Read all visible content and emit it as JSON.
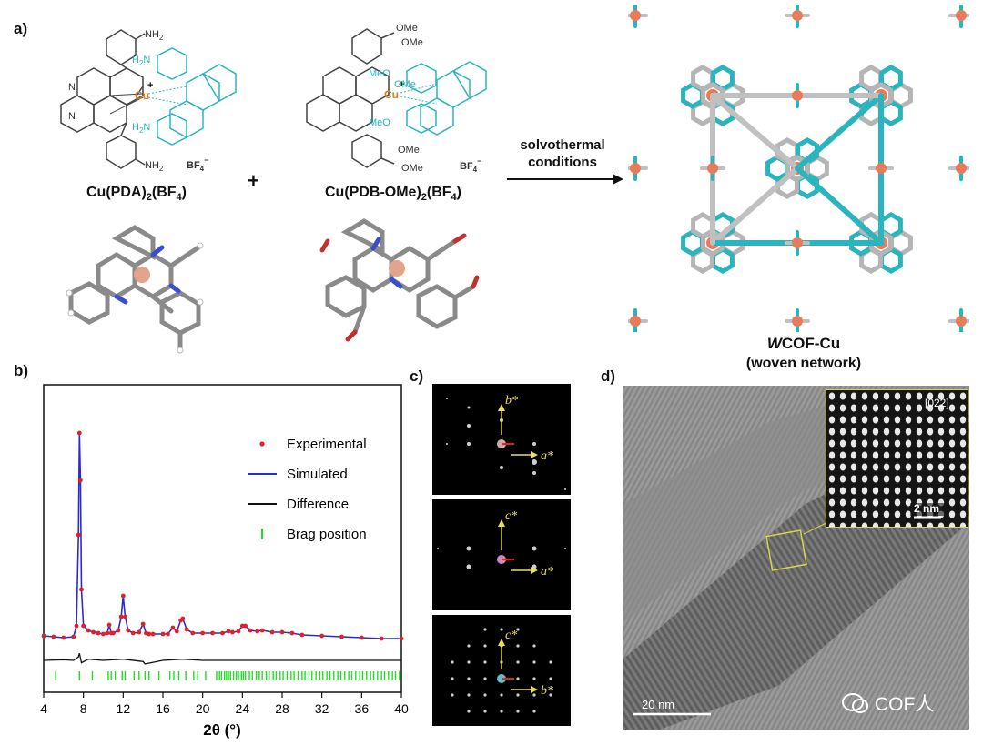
{
  "panels": {
    "a": "a)",
    "b": "b)",
    "c": "c)",
    "d": "d)"
  },
  "panel_a": {
    "mol1_name": "Cu(PDA)",
    "mol1_sub1": "2",
    "mol1_rest": "(BF",
    "mol1_sub2": "4",
    "mol1_close": ")",
    "mol2_name": "Cu(PDB-OMe)",
    "mol2_sub1": "2",
    "mol2_rest": "(BF",
    "mol2_sub2": "4",
    "mol2_close": ")",
    "plus": "+",
    "cu": "Cu",
    "charge": "+",
    "nh2": "NH",
    "nh2_sub": "2",
    "h2n": "H",
    "h2n_sub": "2",
    "h2n_n": "N",
    "n": "N",
    "ome": "OMe",
    "meo": "MeO",
    "bf4": "BF",
    "bf4_sub": "4",
    "bf4_sup": "−",
    "arrow_line1": "solvothermal",
    "arrow_line2": "conditions",
    "product_italic": "W",
    "product_rest": "COF-Cu",
    "product_sub": "(woven network)"
  },
  "panel_c": {
    "p1": {
      "axis1": "b*",
      "axis2": "a*"
    },
    "p2": {
      "axis1": "c*",
      "axis2": "a*"
    },
    "p3": {
      "axis1": "c*",
      "axis2": "b*"
    }
  },
  "panel_d": {
    "inset_label": "[022]",
    "inset_scale": "2 nm",
    "scale": "20 nm",
    "watermark": "COF人"
  },
  "colors": {
    "experimental": "#e0202a",
    "simulated": "#2c2cc8",
    "difference": "#111111",
    "bragg": "#22dd22",
    "teal": "#2ab5be",
    "cu": "#e87c5a"
  },
  "chart_data": {
    "type": "line",
    "title": "",
    "xlabel": "2θ (°)",
    "ylabel": "",
    "xlim": [
      4,
      40
    ],
    "xticks": [
      "4",
      "8",
      "12",
      "16",
      "20",
      "24",
      "28",
      "32",
      "36",
      "40"
    ],
    "legend": [
      "Experimental",
      "Simulated",
      "Difference",
      "Brag position"
    ],
    "series": [
      {
        "name": "Experimental",
        "x": [
          4,
          5,
          6,
          7,
          7.3,
          7.5,
          7.6,
          7.7,
          7.8,
          8.0,
          8.5,
          9,
          9.5,
          10,
          10.4,
          10.6,
          10.8,
          11,
          11.5,
          11.8,
          12.0,
          12.2,
          12.5,
          13,
          13.6,
          14.0,
          14.3,
          14.6,
          15,
          16,
          16.5,
          17.0,
          17.4,
          17.8,
          18.0,
          18.4,
          19,
          20,
          21,
          22,
          22.6,
          23,
          23.6,
          24.0,
          24.3,
          24.8,
          25.5,
          26,
          27,
          28,
          29,
          30,
          32,
          34,
          36,
          38,
          40
        ],
        "y": [
          9,
          8,
          7,
          8,
          20,
          120,
          232,
          180,
          60,
          20,
          15,
          13,
          12,
          11,
          12,
          21,
          12,
          12,
          15,
          30,
          53,
          30,
          15,
          12,
          13,
          22,
          12,
          11,
          11,
          11,
          11,
          18,
          14,
          26,
          28,
          16,
          12,
          12,
          12,
          12,
          14,
          13,
          14,
          20,
          20,
          15,
          14,
          15,
          13,
          13,
          12,
          10,
          9,
          8,
          7,
          6,
          6
        ]
      },
      {
        "name": "Simulated",
        "x": [
          4,
          5,
          6,
          7,
          7.3,
          7.5,
          7.6,
          7.7,
          7.8,
          8.0,
          8.5,
          9,
          9.5,
          10,
          10.4,
          10.6,
          10.8,
          11,
          11.5,
          11.8,
          12.0,
          12.2,
          12.5,
          13,
          13.6,
          14.0,
          14.3,
          14.6,
          15,
          16,
          16.5,
          17.0,
          17.4,
          17.8,
          18.0,
          18.4,
          19,
          20,
          21,
          22,
          22.6,
          23,
          23.6,
          24.0,
          24.3,
          24.8,
          25.5,
          26,
          27,
          28,
          29,
          30,
          32,
          34,
          36,
          38,
          40
        ],
        "y": [
          9,
          8,
          7,
          8,
          20,
          120,
          232,
          180,
          60,
          20,
          15,
          13,
          12,
          11,
          12,
          21,
          12,
          12,
          15,
          30,
          53,
          30,
          15,
          12,
          13,
          22,
          12,
          11,
          11,
          11,
          11,
          18,
          14,
          26,
          28,
          16,
          12,
          12,
          12,
          12,
          14,
          13,
          14,
          20,
          20,
          15,
          14,
          15,
          13,
          13,
          12,
          10,
          9,
          8,
          7,
          6,
          6
        ]
      },
      {
        "name": "Difference",
        "x": [
          4,
          6,
          7,
          7.5,
          7.6,
          7.8,
          8.5,
          10,
          12,
          14,
          14.2,
          16,
          18,
          20,
          24,
          28,
          32,
          36,
          40
        ],
        "y": [
          0,
          0.5,
          0,
          3,
          6,
          -2,
          1,
          0,
          1,
          -1,
          -3,
          0,
          1,
          0,
          0,
          0,
          0,
          0,
          0
        ]
      }
    ],
    "bragg_positions": [
      5.2,
      7.6,
      8.9,
      10.5,
      10.8,
      11.2,
      11.9,
      12.2,
      13.1,
      13.6,
      14.2,
      14.6,
      15.6,
      16.7,
      17.1,
      17.6,
      18.3,
      19.1,
      19.5,
      20.3,
      21.4,
      21.7,
      21.9,
      22.2,
      22.4,
      22.6,
      22.8,
      23.1,
      23.4,
      23.6,
      23.9,
      24.1,
      24.3,
      24.7,
      25.0,
      25.4,
      25.7,
      26.0,
      26.4,
      26.7,
      27.1,
      27.4,
      27.8,
      28.1,
      28.5,
      28.9,
      29.2,
      29.6,
      30.0,
      30.3,
      30.7,
      31.0,
      31.4,
      31.8,
      32.1,
      32.5,
      32.8,
      33.2,
      33.6,
      33.9,
      34.3,
      34.7,
      35.0,
      35.4,
      35.8,
      36.1,
      36.5,
      36.9,
      37.2,
      37.6,
      38.0,
      38.3,
      38.7,
      39.1,
      39.4,
      39.8
    ]
  }
}
